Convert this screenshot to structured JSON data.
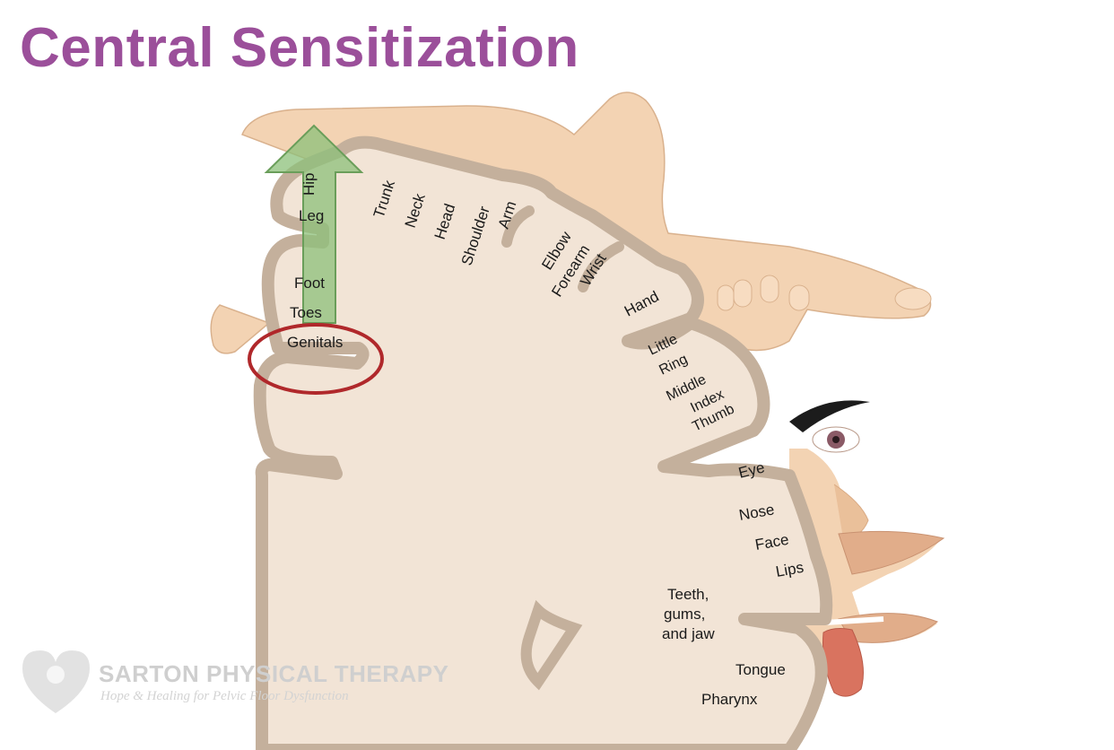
{
  "slide": {
    "title": "Central Sensitization"
  },
  "homunculus": {
    "labels": {
      "hip": "Hip",
      "leg": "Leg",
      "foot": "Foot",
      "toes": "Toes",
      "genitals": "Genitals",
      "trunk": "Trunk",
      "neck": "Neck",
      "head": "Head",
      "shoulder": "Shoulder",
      "arm": "Arm",
      "elbow": "Elbow",
      "forearm": "Forearm",
      "wrist": "Wrist",
      "hand": "Hand",
      "little": "Little",
      "ring": "Ring",
      "middle": "Middle",
      "index": "Index",
      "thumb": "Thumb",
      "eye": "Eye",
      "nose": "Nose",
      "face": "Face",
      "lips": "Lips",
      "teeth_1": "Teeth,",
      "teeth_2": "gums,",
      "teeth_3": "and jaw",
      "tongue": "Tongue",
      "pharynx": "Pharynx"
    },
    "highlight_arrow_color": "#8cc07a",
    "highlight_circle_color": "#b0282b"
  },
  "watermark": {
    "name": "SARTON PHYSICAL THERAPY",
    "tagline": "Hope & Healing for Pelvic Floor Dysfunction"
  },
  "colors": {
    "title": "#9b4f9a",
    "cortex_fill": "#f2e4d6",
    "cortex_border": "#c4b09c",
    "skin": "#f3d3b3"
  }
}
